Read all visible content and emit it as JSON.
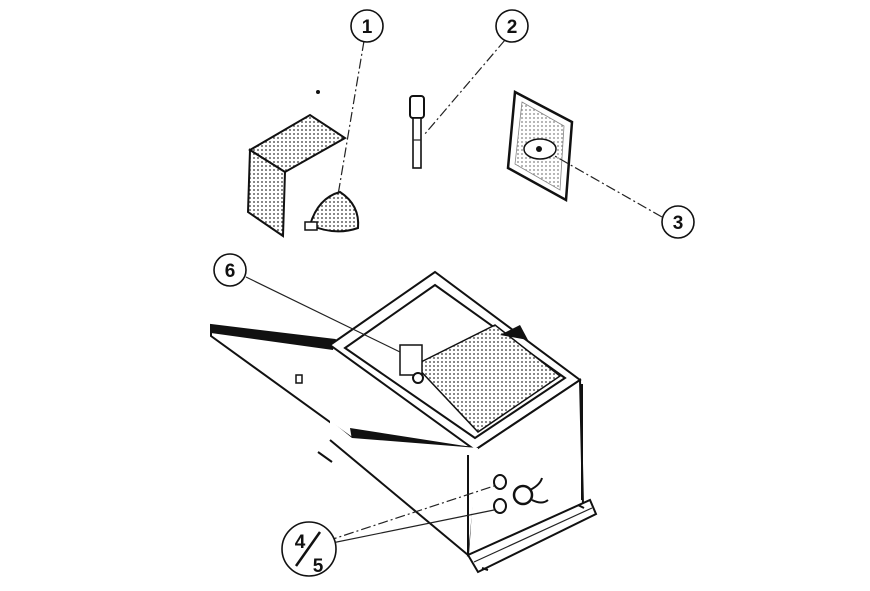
{
  "diagram": {
    "type": "exploded-parts-view",
    "callouts": [
      {
        "id": "1",
        "label": "1"
      },
      {
        "id": "2",
        "label": "2"
      },
      {
        "id": "3",
        "label": "3"
      },
      {
        "id": "45",
        "label_top": "4",
        "label_bottom": "5"
      },
      {
        "id": "6",
        "label": "6"
      }
    ]
  }
}
